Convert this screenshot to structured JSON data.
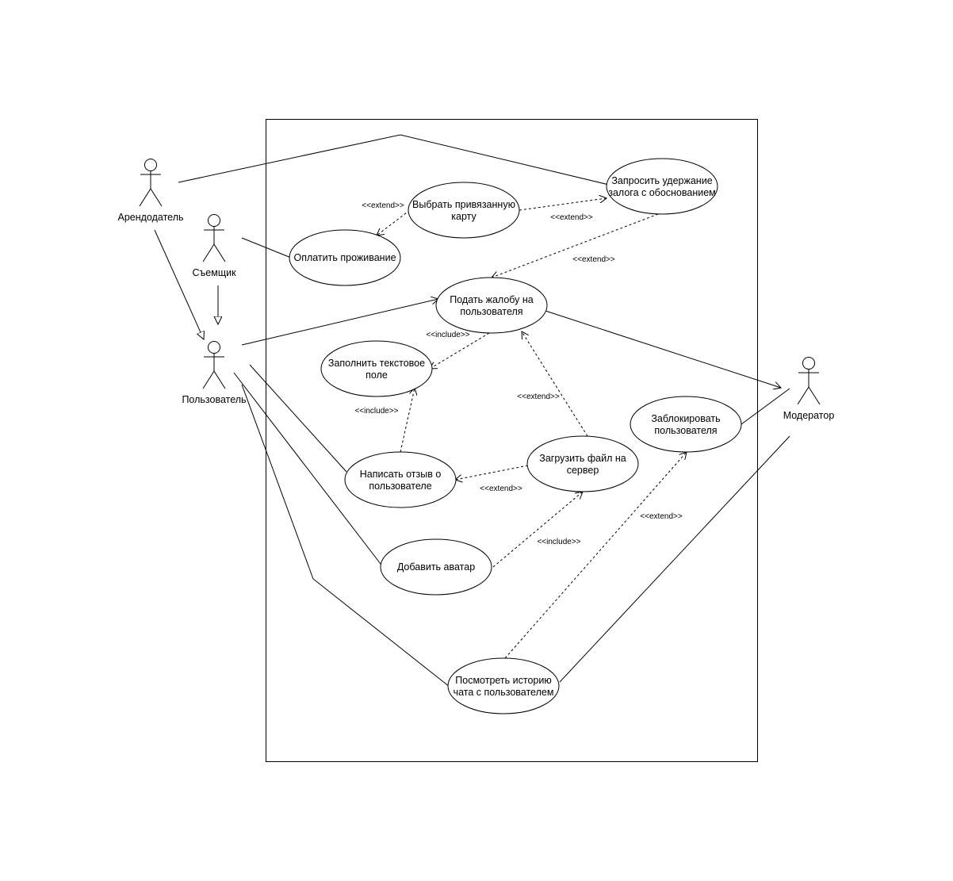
{
  "actors": {
    "landlord": "Арендодатель",
    "tenant": "Съемщик",
    "user": "Пользователь",
    "moderator": "Модератор"
  },
  "use_cases": {
    "request_hold_1": "Запросить удержание",
    "request_hold_2": "залога с обоснованием",
    "choose_card_1": "Выбрать привязанную",
    "choose_card_2": "карту",
    "pay": "Оплатить проживание",
    "complain_1": "Подать жалобу на",
    "complain_2": "пользователя",
    "fill_text_1": "Заполнить текстовое",
    "fill_text_2": "поле",
    "block_1": "Заблокировать",
    "block_2": "пользователя",
    "upload_1": "Загрузить файл на",
    "upload_2": "сервер",
    "review_1": "Написать отзыв о",
    "review_2": "пользователе",
    "avatar": "Добавить аватар",
    "history_1": "Посмотреть историю",
    "history_2": "чата с пользователем"
  },
  "stereotypes": {
    "extend": "<<extend>>",
    "include": "<<include>>"
  }
}
